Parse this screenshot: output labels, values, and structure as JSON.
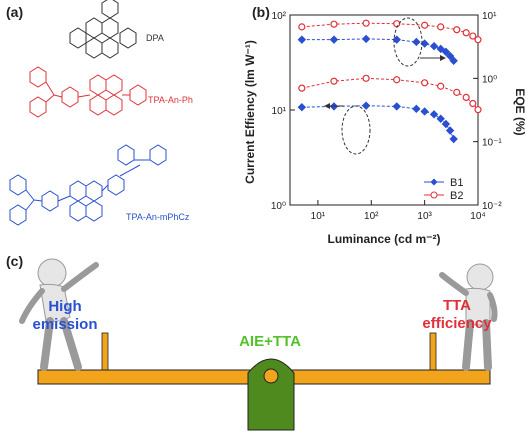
{
  "panels": {
    "a": "(a)",
    "b": "(b)",
    "c": "(c)"
  },
  "molecules": [
    {
      "label": "DPA",
      "color": "#333333"
    },
    {
      "label": "TPA-An-Ph",
      "color": "#e0303a"
    },
    {
      "label": "TPA-An-mPhCz",
      "color": "#2a4fd0"
    }
  ],
  "chart_data": {
    "type": "line",
    "x_scale": "log",
    "y_left_scale": "log",
    "y_right_scale": "log",
    "xlim": [
      3,
      10000
    ],
    "ylim_left": [
      1,
      100
    ],
    "ylim_right": [
      0.01,
      10
    ],
    "xlabel": "Luminance (cd m⁻²)",
    "ylabel_left": "Current Effiency (lm W⁻¹)",
    "ylabel_right": "EQE (%)",
    "x_ticks": [
      "10¹",
      "10²",
      "10³",
      "10⁴"
    ],
    "y_left_ticks": [
      "10⁰",
      "10¹",
      "10²"
    ],
    "y_right_ticks": [
      "10⁻²",
      "10⁻¹",
      "10⁰",
      "10¹"
    ],
    "legend_position": "bottom-right",
    "series": [
      {
        "name": "B1",
        "color": "#2a4fd0",
        "marker": "diamond",
        "axis": "left",
        "x": [
          5,
          20,
          80,
          300,
          700,
          1000,
          1500,
          2000,
          2500,
          3000,
          3500
        ],
        "y": [
          55,
          55,
          56,
          55,
          52,
          50,
          47,
          44,
          41,
          37,
          33
        ]
      },
      {
        "name": "B2",
        "color": "#e0303a",
        "marker": "circle",
        "axis": "left",
        "x": [
          5,
          20,
          80,
          300,
          1000,
          2000,
          4000,
          6000,
          8000,
          10000
        ],
        "y": [
          75,
          80,
          82,
          81,
          78,
          75,
          70,
          65,
          60,
          55
        ]
      },
      {
        "name": "B1",
        "color": "#2a4fd0",
        "marker": "diamond",
        "axis": "right",
        "x": [
          5,
          20,
          80,
          300,
          700,
          1000,
          1500,
          2000,
          2500,
          3000,
          3500
        ],
        "y": [
          0.35,
          0.36,
          0.37,
          0.36,
          0.33,
          0.3,
          0.27,
          0.23,
          0.19,
          0.15,
          0.11
        ]
      },
      {
        "name": "B2",
        "color": "#e0303a",
        "marker": "circle",
        "axis": "right",
        "x": [
          5,
          20,
          80,
          300,
          1000,
          2000,
          4000,
          6000,
          8000,
          10000
        ],
        "y": [
          0.7,
          0.9,
          1.0,
          0.95,
          0.85,
          0.75,
          0.6,
          0.5,
          0.4,
          0.32
        ]
      }
    ]
  },
  "seesaw": {
    "left_text": "High emission",
    "left_color": "#2a4fd0",
    "right_text": "TTA efficiency",
    "right_color": "#e0303a",
    "center_text": "AIE+TTA",
    "center_color": "#55c12a",
    "beam_color": "#f2a51c",
    "pivot_color": "#4f8a1e"
  }
}
